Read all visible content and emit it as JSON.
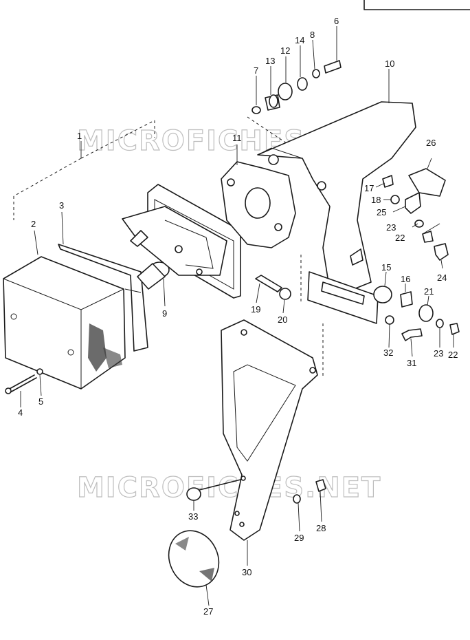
{
  "watermark": {
    "text": "MICROFICHES.NET"
  },
  "callouts": [
    "1",
    "2",
    "3",
    "4",
    "5",
    "6",
    "7",
    "8",
    "9",
    "10",
    "11",
    "12",
    "13",
    "14",
    "15",
    "16",
    "17",
    "18",
    "19",
    "20",
    "21",
    "22",
    "22",
    "23",
    "23",
    "24",
    "25",
    "26",
    "27",
    "28",
    "29",
    "30",
    "31",
    "32",
    "33"
  ]
}
